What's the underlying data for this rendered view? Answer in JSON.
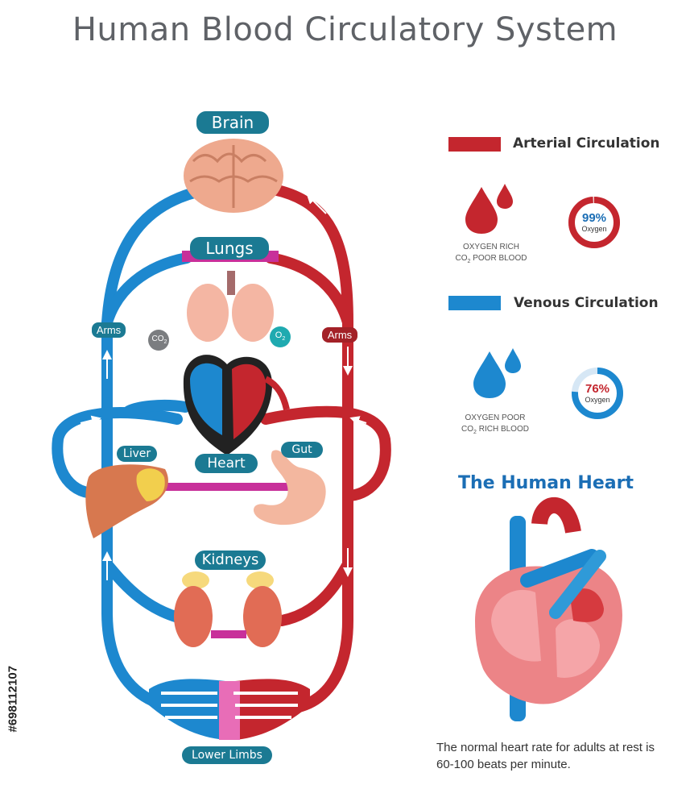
{
  "title": "Human Blood Circulatory System",
  "labels": {
    "brain": "Brain",
    "lungs": "Lungs",
    "heart": "Heart",
    "liver": "Liver",
    "gut": "Gut",
    "kidneys": "Kidneys",
    "lower_limbs": "Lower Limbs",
    "arms_left": "Arms",
    "arms_right": "Arms",
    "co2": "CO",
    "co2_sub": "2",
    "o2": "O",
    "o2_sub": "2"
  },
  "legend": {
    "arterial": {
      "label": "Arterial Circulation",
      "line1": "OXYGEN RICH",
      "line2_a": "CO",
      "line2_sub": "2",
      "line2_b": " POOR BLOOD",
      "percent": "99%",
      "percent_label": "Oxygen",
      "fraction": 0.99,
      "color": "#c4262e"
    },
    "venous": {
      "label": "Venous Circulation",
      "line1": "OXYGEN POOR",
      "line2_a": "CO",
      "line2_sub": "2",
      "line2_b": " RICH BLOOD",
      "percent": "76%",
      "percent_label": "Oxygen",
      "fraction": 0.76,
      "color": "#1d88cf"
    }
  },
  "human_heart": {
    "title": "The Human Heart",
    "note": "The normal heart rate for adults at rest is 60-100 beats per minute."
  },
  "watermark": "#698112107",
  "colors": {
    "artery": "#c4262e",
    "vein": "#1d88cf",
    "pulmonary": "#c8309a",
    "tag": "#1b7a93"
  }
}
